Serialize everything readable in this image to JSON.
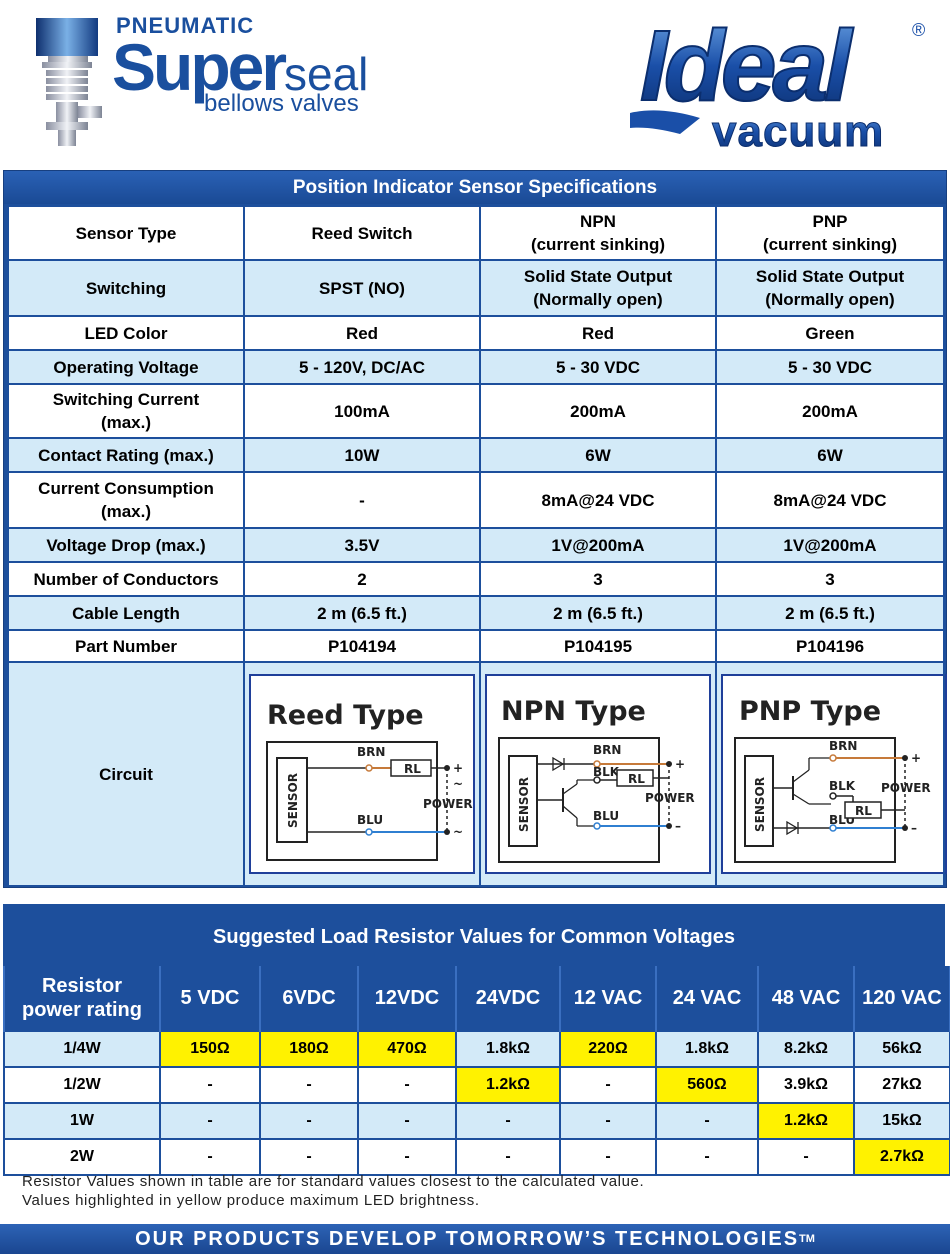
{
  "header": {
    "left_logo": {
      "line1": "PNEUMATIC",
      "super": "Super",
      "seal": "seal",
      "line3": "bellows valves"
    },
    "right_logo": {
      "ideal": "Ideal",
      "vacuum": "vacuum",
      "registered": "®"
    }
  },
  "spec": {
    "title": "Position Indicator Sensor Specifications",
    "rows": [
      {
        "label": "Sensor Type",
        "c1": "Reed Switch",
        "c2": "NPN\n(current sinking)",
        "c3": "PNP\n(current sinking)"
      },
      {
        "label": "Switching",
        "c1": "SPST (NO)",
        "c2": "Solid State Output\n(Normally open)",
        "c3": "Solid State Output\n(Normally open)"
      },
      {
        "label": "LED Color",
        "c1": "Red",
        "c2": "Red",
        "c3": "Green"
      },
      {
        "label": "Operating Voltage",
        "c1": "5 - 120V, DC/AC",
        "c2": "5 - 30 VDC",
        "c3": "5 - 30 VDC"
      },
      {
        "label": "Switching Current\n(max.)",
        "c1": "100mA",
        "c2": "200mA",
        "c3": "200mA"
      },
      {
        "label": "Contact Rating (max.)",
        "c1": "10W",
        "c2": "6W",
        "c3": "6W"
      },
      {
        "label": "Current Consumption\n(max.)",
        "c1": "-",
        "c2": "8mA@24 VDC",
        "c3": "8mA@24 VDC"
      },
      {
        "label": "Voltage Drop (max.)",
        "c1": "3.5V",
        "c2": "1V@200mA",
        "c3": "1V@200mA"
      },
      {
        "label": "Number of Conductors",
        "c1": "2",
        "c2": "3",
        "c3": "3"
      },
      {
        "label": "Cable Length",
        "c1": "2 m (6.5 ft.)",
        "c2": "2 m (6.5 ft.)",
        "c3": "2 m (6.5 ft.)"
      },
      {
        "label": "Part Number",
        "c1": "P104194",
        "c2": "P104195",
        "c3": "P104196"
      }
    ],
    "circuit_label": "Circuit",
    "circuits": {
      "reed": {
        "title": "Reed Type",
        "sensor": "SENSOR",
        "brn": "BRN",
        "blu": "BLU",
        "rl": "RL",
        "power": "POWER",
        "plus": "+",
        "tilde": "~"
      },
      "npn": {
        "title": "NPN Type",
        "sensor": "SENSOR",
        "brn": "BRN",
        "blk": "BLK",
        "blu": "BLU",
        "rl": "RL",
        "power": "POWER",
        "plus": "+",
        "minus": "–"
      },
      "pnp": {
        "title": "PNP Type",
        "sensor": "SENSOR",
        "brn": "BRN",
        "blk": "BLK",
        "blu": "BLU",
        "rl": "RL",
        "power": "POWER",
        "plus": "+",
        "minus": "–"
      }
    }
  },
  "resistors": {
    "title": "Suggested Load Resistor Values for Common Voltages",
    "corner": "Resistor\npower rating",
    "columns": [
      "5 VDC",
      "6VDC",
      "12VDC",
      "24VDC",
      "12 VAC",
      "24 VAC",
      "48 VAC",
      "120 VAC"
    ],
    "rows": [
      {
        "label": "1/4W",
        "values": [
          "150Ω",
          "180Ω",
          "470Ω",
          "1.8kΩ",
          "220Ω",
          "1.8kΩ",
          "8.2kΩ",
          "56kΩ"
        ],
        "highlight": [
          true,
          true,
          true,
          false,
          true,
          false,
          false,
          false
        ]
      },
      {
        "label": "1/2W",
        "values": [
          "-",
          "-",
          "-",
          "1.2kΩ",
          "-",
          "560Ω",
          "3.9kΩ",
          "27kΩ"
        ],
        "highlight": [
          false,
          false,
          false,
          true,
          false,
          true,
          false,
          false
        ]
      },
      {
        "label": "1W",
        "values": [
          "-",
          "-",
          "-",
          "-",
          "-",
          "-",
          "1.2kΩ",
          "15kΩ"
        ],
        "highlight": [
          false,
          false,
          false,
          false,
          false,
          false,
          true,
          false
        ]
      },
      {
        "label": "2W",
        "values": [
          "-",
          "-",
          "-",
          "-",
          "-",
          "-",
          "-",
          "2.7kΩ"
        ],
        "highlight": [
          false,
          false,
          false,
          false,
          false,
          false,
          false,
          true
        ]
      }
    ],
    "highlight_color": "#fff200"
  },
  "notes": [
    "Resistor Values shown in table are for standard values closest to the calculated value.",
    "Values highlighted in yellow produce maximum LED brightness."
  ],
  "tagline": {
    "text": "OUR  PRODUCTS DEVELOP TOMORROW’S TECHNOLOGIES",
    "tm": "TM"
  },
  "colors": {
    "navy": "#1d4f9c",
    "light_blue_row": "#d3eaf8",
    "yellow": "#fff200"
  }
}
